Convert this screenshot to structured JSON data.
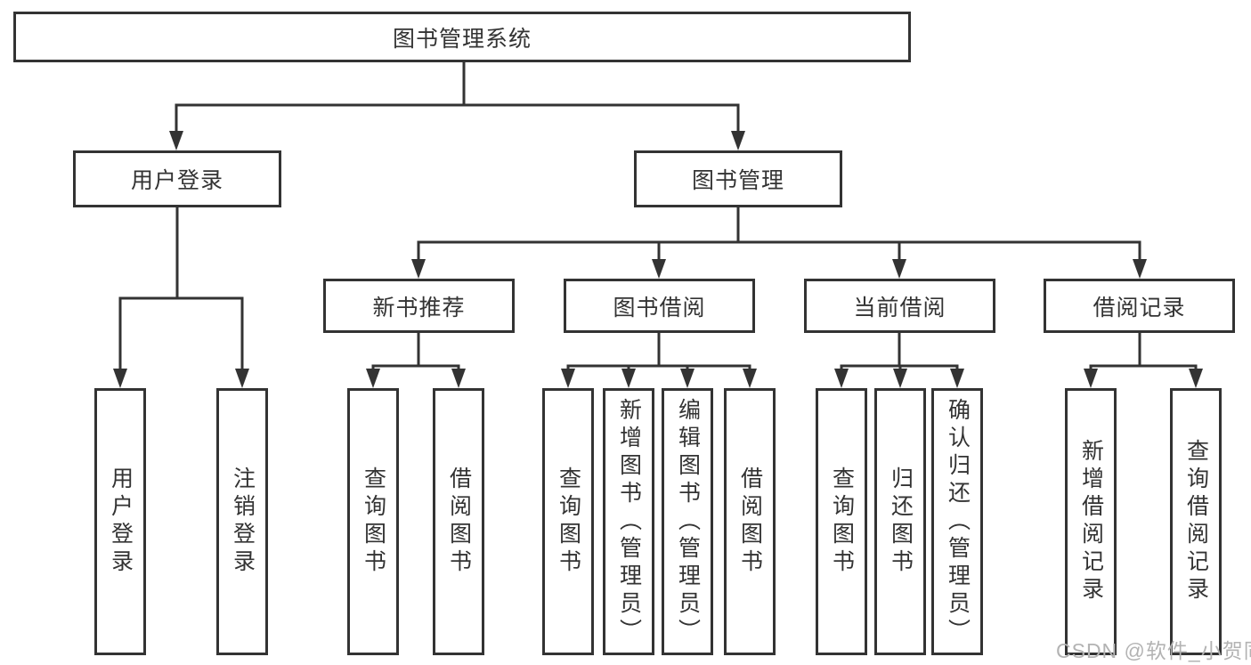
{
  "tree": {
    "label": "图书管理系统",
    "children": [
      {
        "label": "用户登录",
        "children": [
          {
            "label": "用户登录"
          },
          {
            "label": "注销登录"
          }
        ]
      },
      {
        "label": "图书管理",
        "children": [
          {
            "label": "新书推荐",
            "children": [
              {
                "label": "查询图书"
              },
              {
                "label": "借阅图书"
              }
            ]
          },
          {
            "label": "图书借阅",
            "children": [
              {
                "label": "查询图书"
              },
              {
                "label": "新增图书（管理员）"
              },
              {
                "label": "编辑图书（管理员）"
              },
              {
                "label": "借阅图书"
              }
            ]
          },
          {
            "label": "当前借阅",
            "children": [
              {
                "label": "查询图书"
              },
              {
                "label": "归还图书"
              },
              {
                "label": "确认归还（管理员）"
              }
            ]
          },
          {
            "label": "借阅记录",
            "children": [
              {
                "label": "新增借阅记录"
              },
              {
                "label": "查询借阅记录"
              }
            ]
          }
        ]
      }
    ]
  },
  "watermark": {
    "text": "CSDN @软件_小贺同学"
  },
  "colors": {
    "line": "#333333",
    "box_border": "#333333",
    "box_background": "#ffffff",
    "text": "#333333",
    "watermark": "#b3b3b3"
  }
}
